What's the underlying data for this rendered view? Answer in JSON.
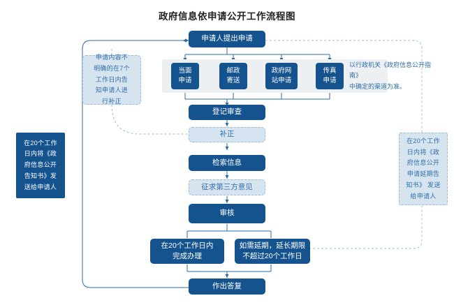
{
  "chart_data": {
    "type": "diagram",
    "title": "政府信息依申请公开工作流程图",
    "nodes": [
      {
        "id": "apply",
        "label": "申请人提出申请",
        "style": "solid"
      },
      {
        "id": "ch1",
        "label": "当面\n申请",
        "style": "solid"
      },
      {
        "id": "ch2",
        "label": "邮政\n寄送",
        "style": "solid"
      },
      {
        "id": "ch3",
        "label": "政府网\n站申请",
        "style": "solid"
      },
      {
        "id": "ch4",
        "label": "传真\n申请",
        "style": "solid"
      },
      {
        "id": "register",
        "label": "登记审查",
        "style": "solid"
      },
      {
        "id": "supplement",
        "label": "补正",
        "style": "ghost"
      },
      {
        "id": "search",
        "label": "检索信息",
        "style": "solid"
      },
      {
        "id": "thirdparty",
        "label": "征求第三方意见",
        "style": "ghost"
      },
      {
        "id": "review",
        "label": "审核",
        "style": "solid"
      },
      {
        "id": "within20",
        "label": "在20个工作日内\n完成办理",
        "style": "solid"
      },
      {
        "id": "extend",
        "label": "如需延期，延长期限\n不超过20个工作日",
        "style": "solid"
      },
      {
        "id": "reply",
        "label": "作出答复",
        "style": "solid"
      },
      {
        "id": "leftnotice",
        "label": "在20个工作\n日内将《政\n府信息公开\n告知书》发\n送给申请人",
        "style": "solid"
      },
      {
        "id": "rightnotice",
        "label": "在20个工作\n日内将《政\n府信息公开\n申请延期告\n知书》 发送\n给申请人",
        "style": "ghost"
      },
      {
        "id": "clarifynote",
        "label": "申请内容不\n明确的在7个\n工作日内告\n知申请人进\n行补正",
        "style": "ghost"
      },
      {
        "id": "channelnote",
        "label": "以行政机关《政府信息公开指南》\n中确定的渠道为准。",
        "style": "note"
      }
    ],
    "edges": [
      {
        "from": "apply",
        "to": "ch1"
      },
      {
        "from": "apply",
        "to": "ch2"
      },
      {
        "from": "apply",
        "to": "ch3"
      },
      {
        "from": "apply",
        "to": "ch4"
      },
      {
        "from": "ch1",
        "to": "register"
      },
      {
        "from": "ch2",
        "to": "register"
      },
      {
        "from": "ch3",
        "to": "register"
      },
      {
        "from": "ch4",
        "to": "register"
      },
      {
        "from": "register",
        "to": "supplement"
      },
      {
        "from": "supplement",
        "to": "search"
      },
      {
        "from": "search",
        "to": "thirdparty"
      },
      {
        "from": "thirdparty",
        "to": "review"
      },
      {
        "from": "review",
        "to": "within20"
      },
      {
        "from": "review",
        "to": "extend"
      },
      {
        "from": "within20",
        "to": "reply"
      },
      {
        "from": "extend",
        "to": "reply"
      },
      {
        "from": "clarifynote",
        "to": "supplement",
        "style": "dashed"
      },
      {
        "from": "apply",
        "to": "leftnotice",
        "style": "solid-loop"
      },
      {
        "from": "apply",
        "to": "rightnotice",
        "style": "dashed-loop"
      },
      {
        "from": "leftnotice",
        "to": "reply",
        "style": "solid-loop"
      },
      {
        "from": "rightnotice",
        "to": "extend",
        "style": "dashed-loop"
      }
    ],
    "colors": {
      "primary_dark_blue": "#15538f",
      "deep_blue": "#0f5196",
      "ghost_fill": "#d6e4f0",
      "ghost_border": "#9cbcd8",
      "ghost_text": "#2e6da8",
      "panel_gray": "#edf0f3",
      "connector": "#2a6ba8",
      "title_text": "#222222"
    }
  },
  "title": "政府信息依申请公开工作流程图",
  "flow": {
    "apply": "申请人提出申请",
    "channels": [
      {
        "label": "当面\n申请"
      },
      {
        "label": "邮政\n寄送"
      },
      {
        "label": "政府网\n站申请"
      },
      {
        "label": "传真\n申请"
      }
    ],
    "channel_note": "以行政机关《政府信息公开指南》\n中确定的渠道为准。",
    "register": "登记审查",
    "supplement": "补正",
    "search": "检索信息",
    "third_party": "征求第三方意见",
    "review": "审核",
    "within_20_days": "在20个工作日内\n完成办理",
    "extension": "如需延期，延长期限\n不超过20个工作日",
    "reply": "作出答复"
  },
  "notes": {
    "clarify": "申请内容不\n明确的在7个\n工作日内告\n知申请人进\n行补正",
    "left_notice": "在20个工作\n日内将《政\n府信息公开\n告知书》发\n送给申请人",
    "right_notice": "在20个工作\n日内将《政\n府信息公开\n申请延期告\n知书》 发送\n给申请人"
  }
}
